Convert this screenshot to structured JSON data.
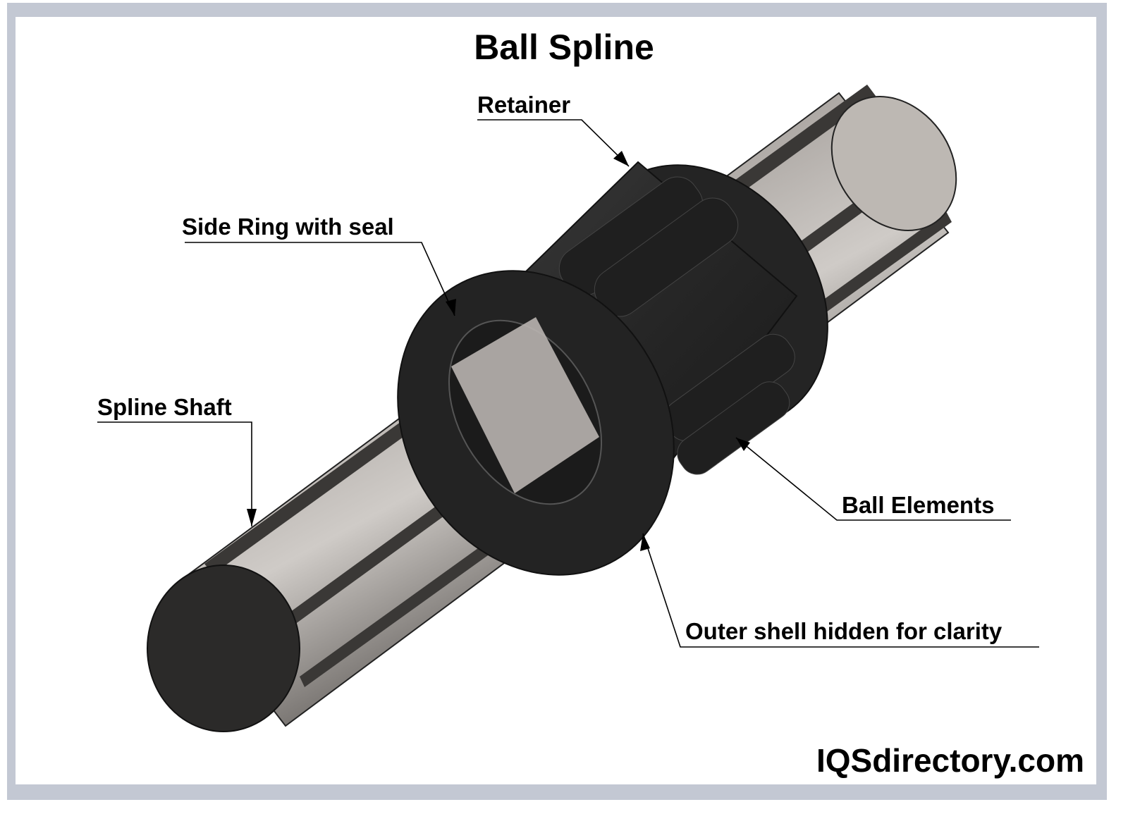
{
  "diagram": {
    "title": "Ball Spline",
    "labels": {
      "retainer": "Retainer",
      "side_ring": "Side Ring with seal",
      "spline_shaft": "Spline Shaft",
      "ball_elements": "Ball Elements",
      "outer_shell": "Outer shell hidden for clarity"
    },
    "brand": "IQSdirectory.com",
    "colors": {
      "frame": "#c3c8d3",
      "background": "#ffffff",
      "shaft_light": "#c9c5c1",
      "shaft_dark": "#6f6b67",
      "part_black": "#2a2a2a",
      "text": "#000000"
    }
  }
}
